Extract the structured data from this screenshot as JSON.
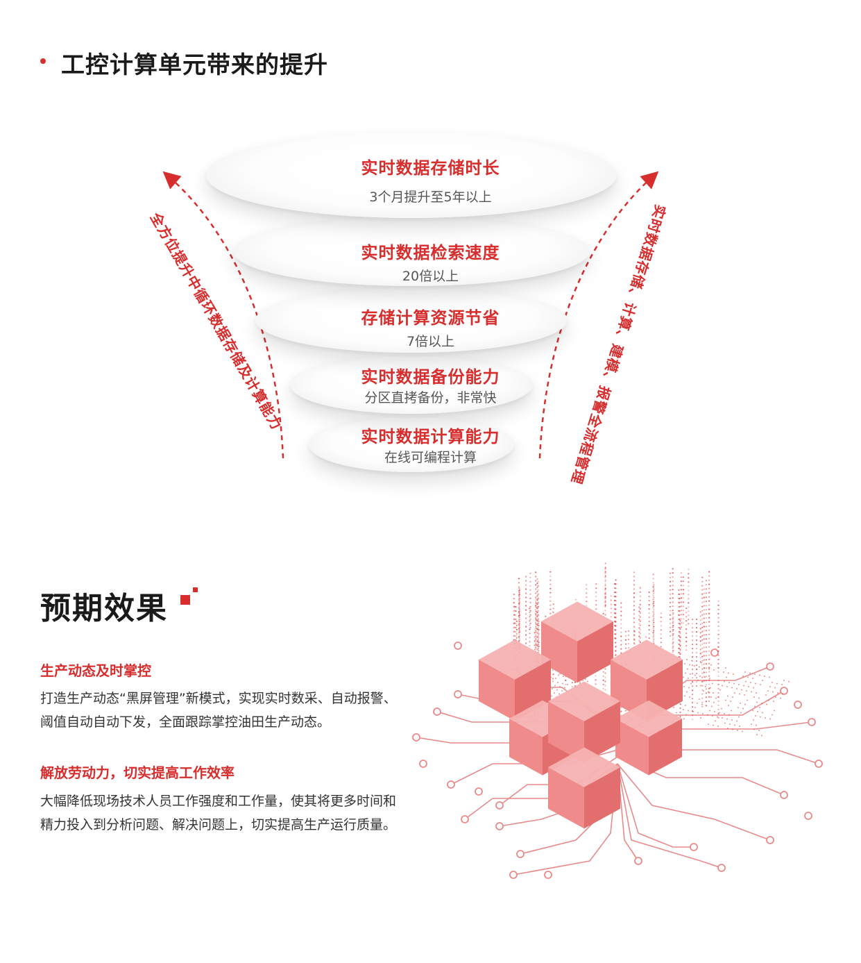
{
  "section1": {
    "title": "工控计算单元带来的提升",
    "layers": [
      {
        "title": "实时数据存储时长",
        "subtitle": "3个月提升至5年以上"
      },
      {
        "title": "实时数据检索速度",
        "subtitle": "20倍以上"
      },
      {
        "title": "存储计算资源节省",
        "subtitle": "7倍以上"
      },
      {
        "title": "实时数据备份能力",
        "subtitle": "分区直拷备份，非常快"
      },
      {
        "title": "实时数据计算能力",
        "subtitle": "在线可编程计算"
      }
    ],
    "left_arc_label": "全方位提升中循环数据存储及计算能力",
    "right_arc_label": "实时数据存储、计算、建模、报警全流程管理"
  },
  "section2": {
    "title": "预期效果",
    "items": [
      {
        "heading": "生产动态及时掌控",
        "lines": [
          "打造生产动态“黑屏管理”新模式，实现实时数采、自动报警、",
          "阈值自动自动下发，全面跟踪掌控油田生产动态。"
        ]
      },
      {
        "heading": "解放劳动力，切实提高工作效率",
        "lines": [
          "大幅降低现场技术人员工作强度和工作量，使其将更多时间和",
          "精力投入到分析问题、解决问题上，切实提高生产运行质量。"
        ]
      }
    ]
  },
  "colors": {
    "accent": "#d72d2d",
    "cube": "#ee8888",
    "text": "#333333"
  }
}
